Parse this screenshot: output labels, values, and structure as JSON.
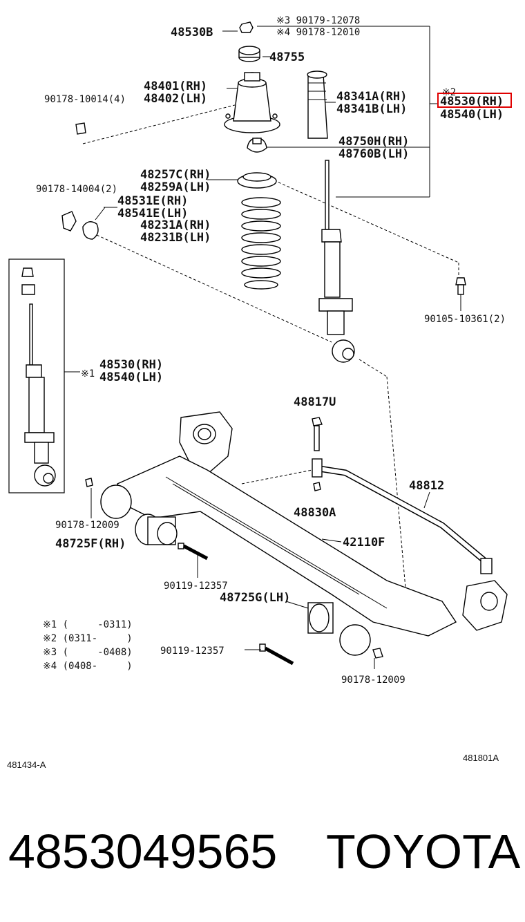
{
  "labels": {
    "p48530b": "48530B",
    "note3": "※3 90179-12078",
    "note4": "※4 90178-12010",
    "p48755": "48755",
    "p48401": "48401(RH)",
    "p48402": "48402(LH)",
    "p90178_10014": "90178-10014(4)",
    "p48341a": "48341A(RH)",
    "p48341b": "48341B(LH)",
    "mark2": "※2",
    "p48530rh_top": "48530(RH)",
    "p48540lh_top": "48540(LH)",
    "p48750h": "48750H(RH)",
    "p48760b": "48760B(LH)",
    "p48257c": "48257C(RH)",
    "p48259a": "48259A(LH)",
    "p90178_14004": "90178-14004(2)",
    "p48531e": "48531E(RH)",
    "p48541e": "48541E(LH)",
    "p48231a": "48231A(RH)",
    "p48231b": "48231B(LH)",
    "p90105_10361": "90105-10361(2)",
    "p48530rh_box": "48530(RH)",
    "p48540lh_box": "48540(LH)",
    "mark1": "※1",
    "p48817u": "48817U",
    "p48812": "48812",
    "p48830a": "48830A",
    "p90178_12009_left": "90178-12009",
    "p48725f": "48725F(RH)",
    "p42110f": "42110F",
    "p90119_12357_a": "90119-12357",
    "p48725g": "48725G(LH)",
    "p90119_12357_b": "90119-12357",
    "p90178_12009_right": "90178-12009",
    "legend1": "※1 (     -0311)",
    "legend2": "※2 (0311-     )",
    "legend3": "※3 (     -0408)",
    "legend4": "※4 (0408-     )",
    "code_left": "481434-A",
    "code_right": "481801A"
  },
  "footer": {
    "part_number": "4853049565",
    "brand": "TOYOTA"
  },
  "colors": {
    "highlight": "#e00000",
    "ink": "#111111"
  }
}
